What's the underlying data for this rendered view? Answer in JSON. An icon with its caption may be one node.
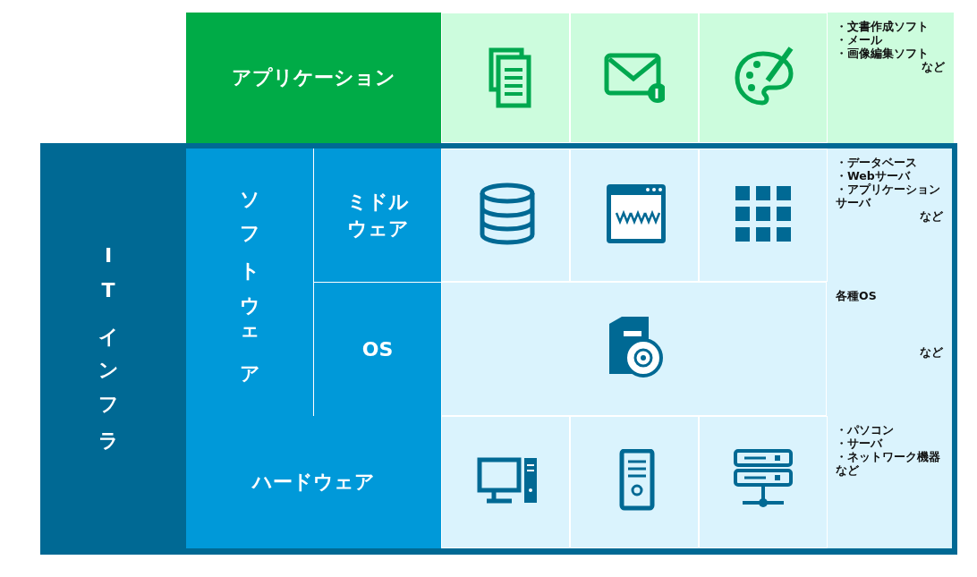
{
  "diagram": {
    "nodes": [
      {
        "text": [
          "アプリケーション"
        ]
      },
      {
        "text": [
          "ITインフラ"
        ]
      },
      {
        "text": [
          "ソフトウェア"
        ],
        "in": 1
      },
      {
        "text": [
          "ミドルウェア"
        ],
        "in": 2
      },
      {
        "text": [
          "OS"
        ],
        "in": 2
      },
      {
        "text": [
          "ハードウェア"
        ],
        "in": 1
      },
      {
        "text": [
          "・文書作成ソフト",
          "・メール",
          "・画像編集ソフト",
          "など"
        ]
      },
      {
        "text": [
          "・データベース",
          "・Webサーバ",
          "・アプリケーションサーバ",
          "など"
        ],
        "in": 1
      },
      {
        "text": [
          "各種OS",
          "など"
        ],
        "in": 1
      },
      {
        "text": [
          "・パソコン",
          "・サーバ",
          "・ネットワーク機器",
          "など"
        ],
        "in": 1
      }
    ],
    "edges": []
  }
}
